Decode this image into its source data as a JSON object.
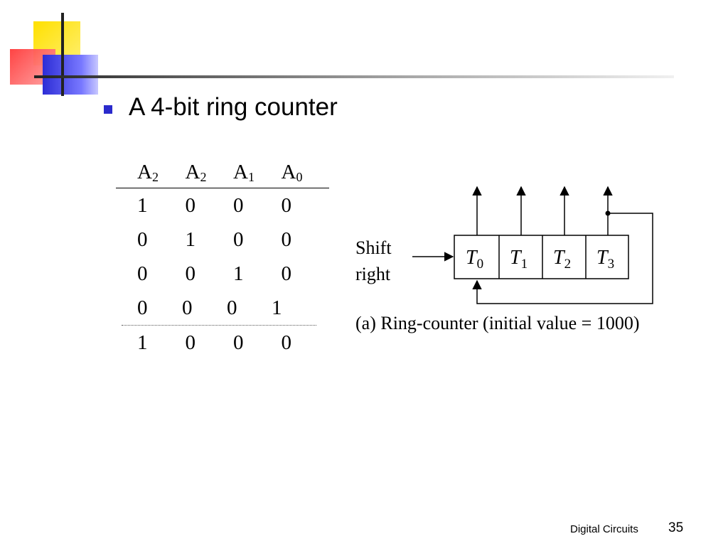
{
  "slide": {
    "heading": "A 4-bit ring counter",
    "footer": "Digital Circuits",
    "page_number": "35"
  },
  "table": {
    "headers": [
      {
        "base": "A",
        "sub": "2"
      },
      {
        "base": "A",
        "sub": "2"
      },
      {
        "base": "A",
        "sub": "1"
      },
      {
        "base": "A",
        "sub": "0"
      }
    ],
    "rows": [
      [
        "1",
        "0",
        "0",
        "0"
      ],
      [
        "0",
        "1",
        "0",
        "0"
      ],
      [
        "0",
        "0",
        "1",
        "0"
      ],
      [
        "0",
        "0",
        "0",
        "1"
      ],
      [
        "1",
        "0",
        "0",
        "0"
      ]
    ]
  },
  "diagram": {
    "input_label_line1": "Shift",
    "input_label_line2": "right",
    "cells": [
      {
        "base": "T",
        "sub": "0"
      },
      {
        "base": "T",
        "sub": "1"
      },
      {
        "base": "T",
        "sub": "2"
      },
      {
        "base": "T",
        "sub": "3"
      }
    ],
    "caption": "(a) Ring-counter (initial value = 1000)"
  },
  "colors": {
    "bullet": "#2a2acc",
    "accent_yellow": "#ffe000",
    "accent_red": "#ff3a3a",
    "accent_blue": "#2d2dd6"
  }
}
